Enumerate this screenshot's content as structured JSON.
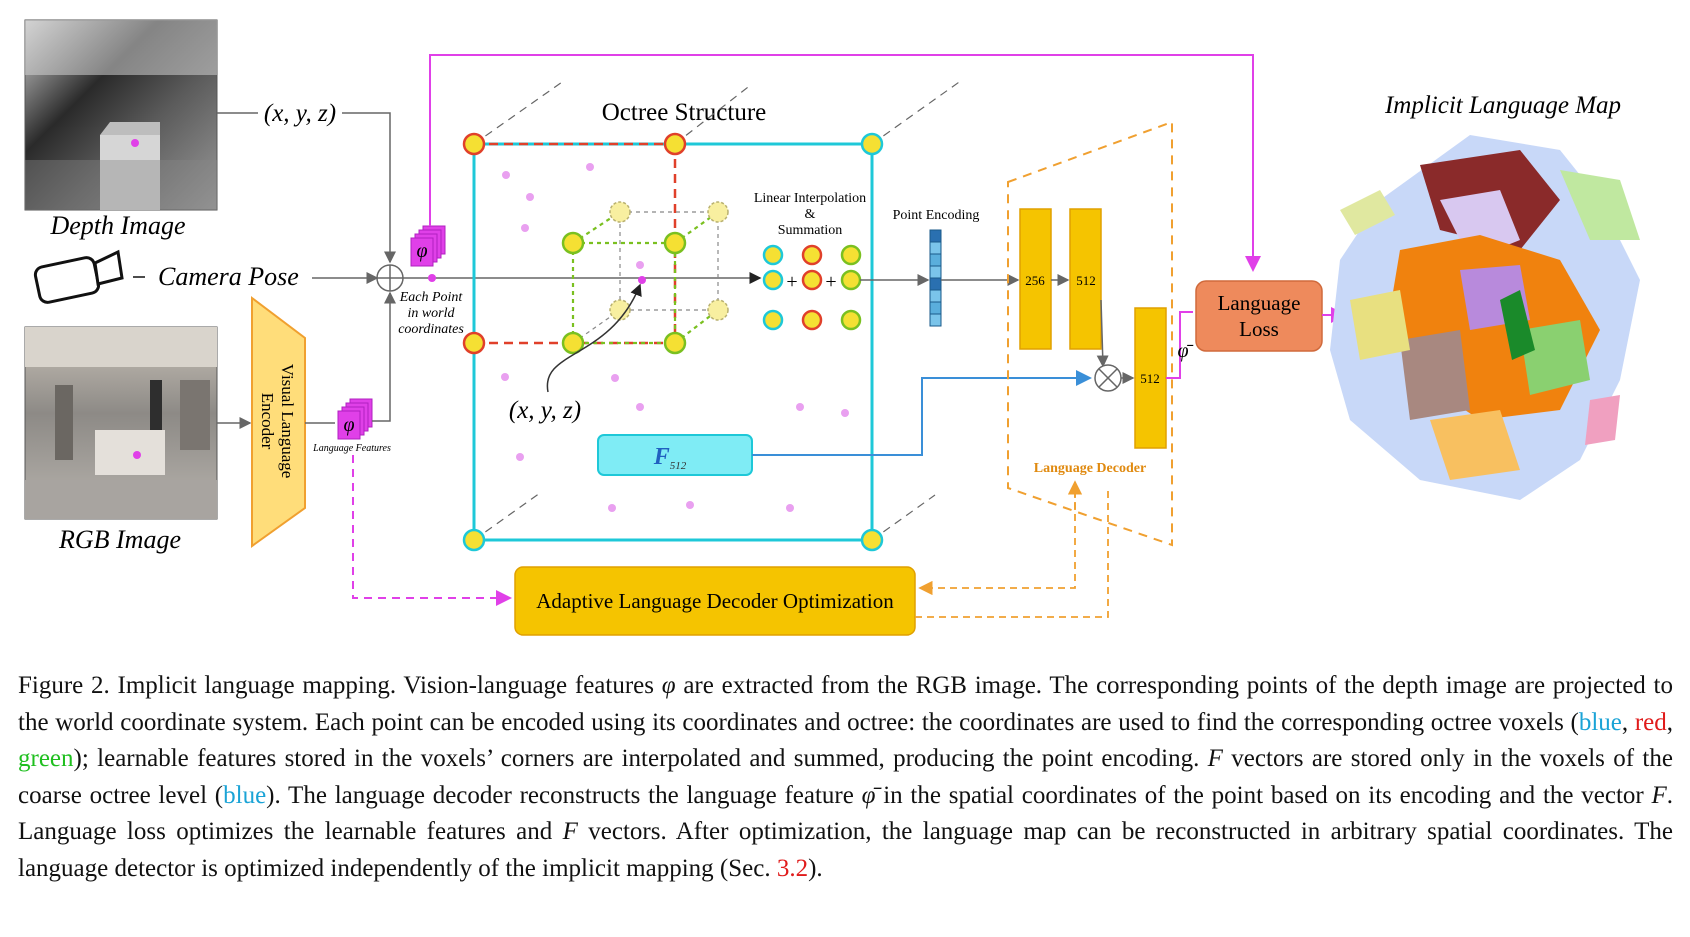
{
  "figure": {
    "depth_image_label": "Depth Image",
    "camera_pose_label": "Camera Pose",
    "rgb_image_label": "RGB Image",
    "xyz_label_top": "(x, y, z)",
    "encoder_label_line1": "Visual Language",
    "encoder_label_line2": "Encoder",
    "phi_symbol": "φ",
    "language_features_label": "Language Features",
    "each_point_line1": "Each Point",
    "each_point_line2": "in world",
    "each_point_line3": "coordinates",
    "octree_title": "Octree Structure",
    "xyz_label_octree": "(x, y, z)",
    "interp_line1": "Linear Interpolation",
    "interp_line2": "&",
    "interp_line3": "Summation",
    "plus": "+",
    "point_encoding_label": "Point Encoding",
    "f_symbol": "F",
    "f_subscript": "512",
    "layer1_size": "256",
    "layer2_size": "512",
    "layer3_size": "512",
    "phi_bar_label": "φ̄",
    "language_decoder_label": "Language Decoder",
    "language_loss_line1": "Language",
    "language_loss_line2": "Loss",
    "adaptive_label": "Adaptive Language Decoder Optimization",
    "map_title": "Implicit Language Map",
    "colors": {
      "magenta": "#e040e8",
      "cyan_box": "#1ec8d8",
      "yellow": "#f5c400",
      "orange_dash": "#f0a030",
      "loss_box": "#ee8a5c",
      "blue_line": "#3a8fd8"
    }
  },
  "caption": {
    "part1": "Figure 2.  Implicit language mapping.  Vision-language features ",
    "phi": "φ",
    "part2": " are extracted from the RGB image.  The corresponding points of the depth image are projected to the world coordinate system. Each point can be encoded using its coordinates and octree: the coordinates are used to find the corresponding octree voxels (",
    "blue": "blue",
    "comma1": ", ",
    "red": "red",
    "comma2": ", ",
    "green": "green",
    "part3": "); learnable features stored in the voxels’ corners are interpolated and summed, producing the point encoding. ",
    "F1": "F",
    "part4": " vectors are stored only in the voxels of the coarse octree level (",
    "blue2": "blue",
    "part5": "). The language decoder reconstructs the language feature ",
    "phibar": "φ̄",
    "part6": " in the spatial coordinates of the point based on its encoding and the vector ",
    "F2": "F",
    "part7": ". Language loss optimizes the learnable features and ",
    "F3": "F",
    "part8": " vectors. After optimization, the language map can be reconstructed in arbitrary spatial coordinates. The language detector is optimized independently of the implicit mapping (Sec. ",
    "secref": "3.2",
    "part9": ")."
  }
}
